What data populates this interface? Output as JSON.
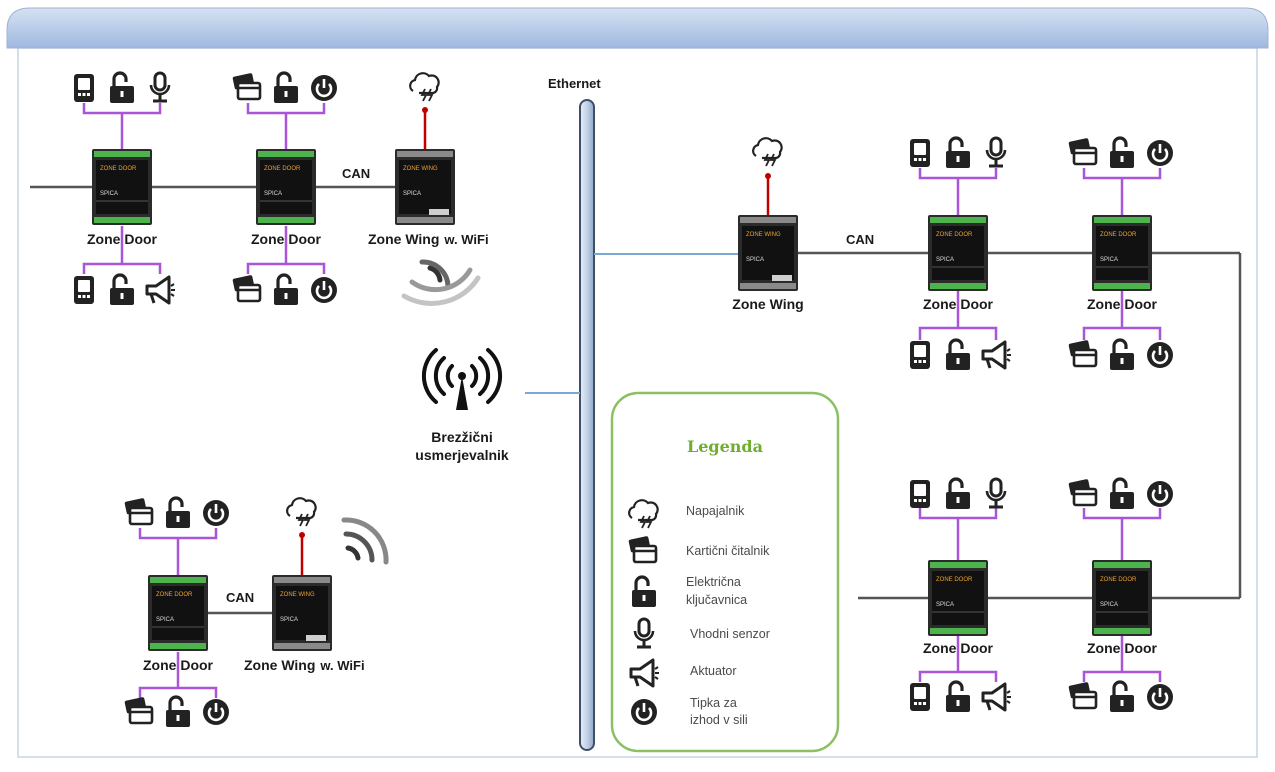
{
  "network": {
    "ethernet_label": "Ethernet",
    "router_label_line1": "Brezžični",
    "router_label_line2": "usmerjevalnik",
    "can_label": "CAN"
  },
  "devices": {
    "zone_door": "Zone Door",
    "zone_wing": "Zone Wing",
    "wifi_suffix": "w. WiFi",
    "screen_text_door": "ZONE DOOR",
    "screen_text_wing": "ZONE WING",
    "brand": "SPICA"
  },
  "legend": {
    "title": "Legenda",
    "items": [
      {
        "icon": "power-supply-icon",
        "label": "Napajalnik"
      },
      {
        "icon": "card-reader-icon",
        "label": "Kartični čitalnik"
      },
      {
        "icon": "lock-icon",
        "label_line1": "Električna",
        "label_line2": "ključavnica"
      },
      {
        "icon": "input-sensor-icon",
        "label": "Vhodni senzor"
      },
      {
        "icon": "actuator-icon",
        "label": "Aktuator"
      },
      {
        "icon": "exit-button-icon",
        "label_line1": "Tipka za",
        "label_line2": "izhod v sili"
      }
    ]
  },
  "colors": {
    "header_blue": "#b7cae6",
    "purple": "#a855d8",
    "red": "#c00000",
    "ethernet_blue": "#7aa7d6",
    "bus_gray": "#555555",
    "legend_green": "#8cc063",
    "device_green": "#3a9a3a"
  }
}
